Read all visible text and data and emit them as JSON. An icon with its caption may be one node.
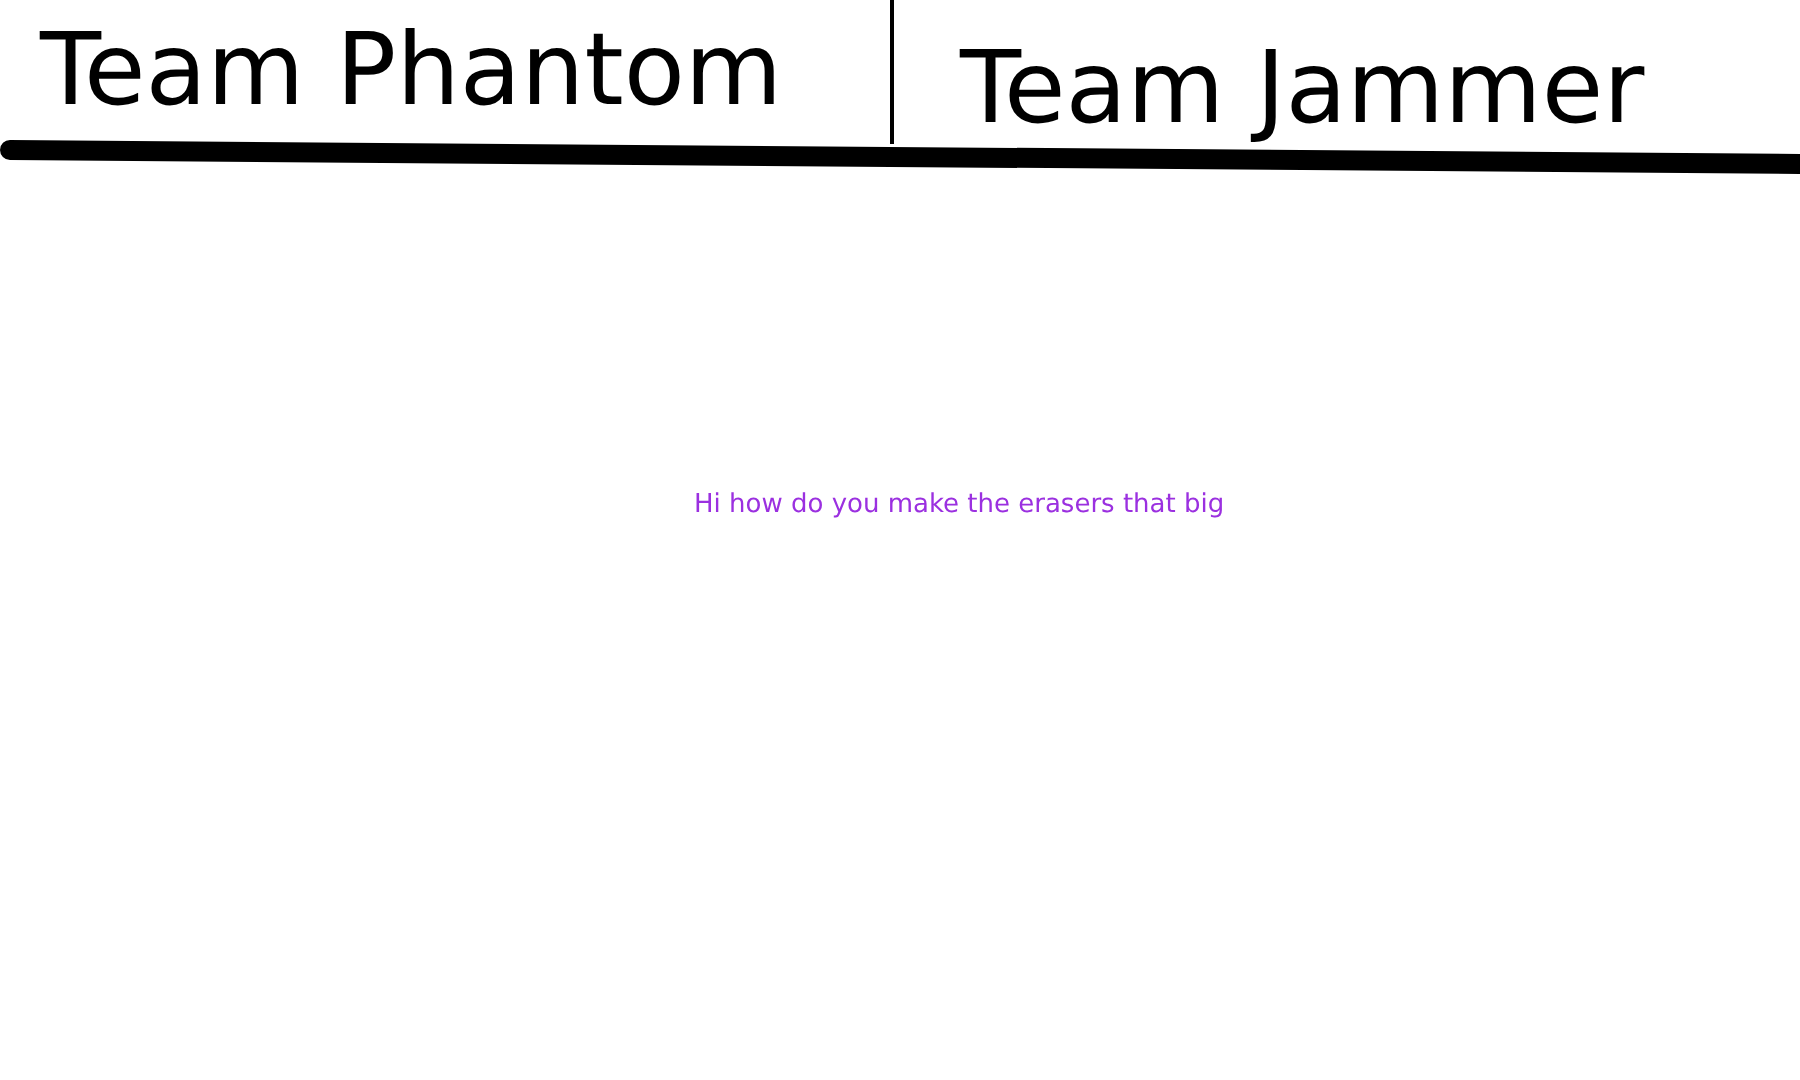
{
  "diagram": {
    "labels": [
      "Team Phantom",
      "Team Jammer",
      "Hi how do you make the erasers that big"
    ]
  }
}
